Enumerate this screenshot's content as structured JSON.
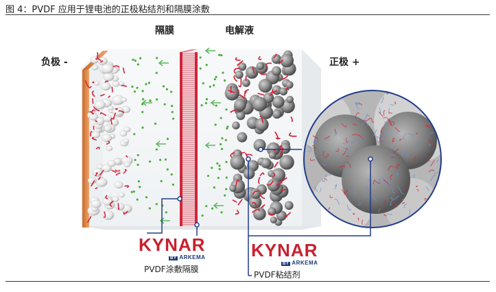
{
  "caption": "图 4：PVDF 应用于锂电池的正极粘结剂和隔膜涂敷",
  "labels": {
    "separator": "隔膜",
    "electrolyte": "电解液",
    "anode": "负极 -",
    "cathode": "正极 +"
  },
  "logos": {
    "left": {
      "name": "KYNAR",
      "by": "BY",
      "company": "ARKEMA"
    },
    "right": {
      "name": "KYNAR",
      "by": "BY",
      "company": "ARKEMA"
    }
  },
  "sublabels": {
    "separator_coating": "PVDF涂敷隔膜",
    "binder": "PVDF粘结剂"
  },
  "colors": {
    "binder_red": "#d2243a",
    "anode_copper": "#e0874a",
    "ion_green": "#4caf3a",
    "arrow_green": "#5cb85c",
    "callout_blue": "#1f3c88",
    "kynar_red": "#c8202f"
  }
}
